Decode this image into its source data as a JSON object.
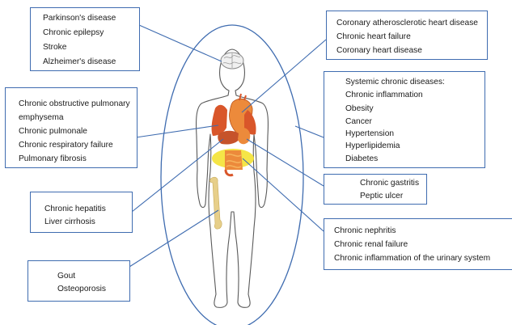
{
  "colors": {
    "box_border": "#3f6cb0",
    "connector": "#3f6cb0",
    "ellipse": "#3f6cb0",
    "body_outline": "#5a5a5a",
    "organ_red": "#d9562a",
    "organ_orange": "#ec8a3b",
    "organ_yellow": "#f4e233",
    "bone": "#e7cf8a"
  },
  "boxes": {
    "neuro": [
      "Parkinson's disease",
      "Chronic epilepsy",
      "Stroke",
      "Alzheimer's disease"
    ],
    "lung": [
      "Chronic obstructive pulmonary",
      "emphysema",
      "Chronic pulmonale",
      "Chronic respiratory failure",
      "Pulmonary fibrosis"
    ],
    "liver": [
      "Chronic hepatitis",
      "Liver cirrhosis"
    ],
    "bone": [
      "Gout",
      "Osteoporosis"
    ],
    "heart": [
      "Coronary atherosclerotic heart disease",
      "Chronic heart failure",
      "Coronary heart disease"
    ],
    "systemic": [
      "Systemic chronic diseases:",
      "Chronic inflammation",
      "Obesity",
      "Cancer",
      "Hypertension",
      "Hyperlipidemia",
      "Diabetes"
    ],
    "stomach": [
      "Chronic gastritis",
      "Peptic ulcer"
    ],
    "kidney": [
      "Chronic nephritis",
      "Chronic renal failure",
      "Chronic inflammation of the urinary system"
    ]
  }
}
